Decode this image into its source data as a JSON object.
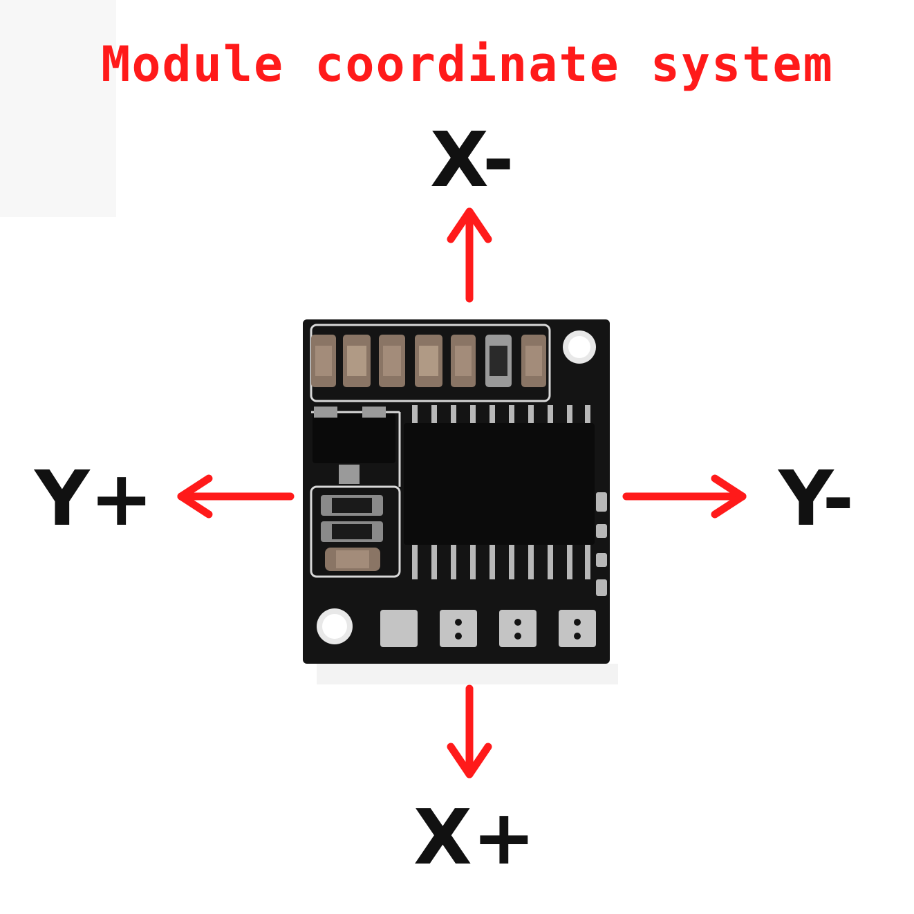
{
  "title": "Module coordinate system",
  "axes": {
    "x_minus": "X-",
    "x_plus": "X+",
    "y_plus": "Y+",
    "y_minus": "Y-"
  },
  "colors": {
    "title": "#ff1a1a",
    "arrow": "#ff1a1a",
    "labels": "#111111",
    "board": "#141414",
    "silkscreen": "#d9d9d9"
  },
  "icons": {
    "arrow_up": "arrow-up-icon",
    "arrow_down": "arrow-down-icon",
    "arrow_left": "arrow-left-icon",
    "arrow_right": "arrow-right-icon",
    "board": "pcb-module-image"
  }
}
